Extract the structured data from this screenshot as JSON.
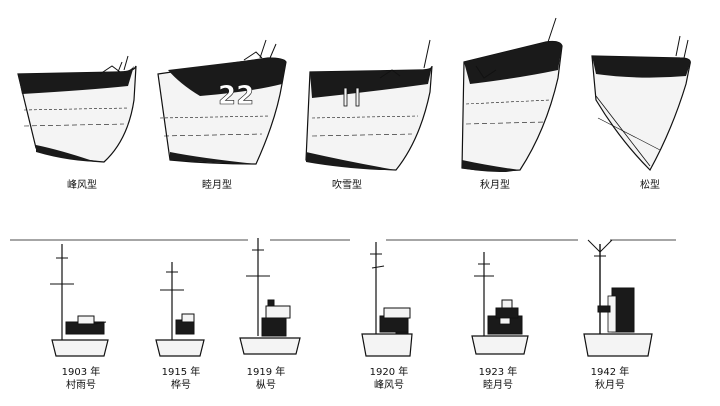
{
  "bows": [
    {
      "label": "峰风型",
      "hull_number": ""
    },
    {
      "label": "睦月型",
      "hull_number": "22"
    },
    {
      "label": "吹雪型",
      "hull_number": ""
    },
    {
      "label": "秋月型",
      "hull_number": ""
    },
    {
      "label": "松型",
      "hull_number": ""
    }
  ],
  "masts": [
    {
      "year": "1903 年",
      "ship": "村雨号"
    },
    {
      "year": "1915 年",
      "ship": "桦号"
    },
    {
      "year": "1919 年",
      "ship": "枞号"
    },
    {
      "year": "1920 年",
      "ship": "峰风号"
    },
    {
      "year": "1923 年",
      "ship": "睦月号"
    },
    {
      "year": "1942 年",
      "ship": "秋月号"
    }
  ],
  "colors": {
    "ink": "#111111",
    "paper": "#ffffff",
    "hull": "#f4f4f4"
  }
}
